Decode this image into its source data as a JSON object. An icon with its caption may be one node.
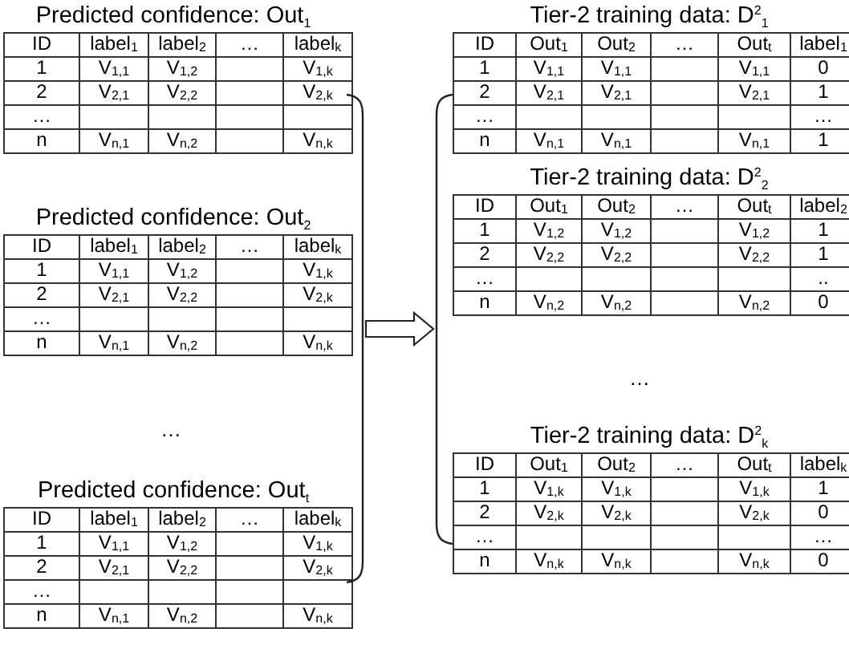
{
  "diagram": {
    "nodes": [
      {
        "text": [
          "Predicted confidence: Out$_{1}$",
          "ID",
          "label$_{1}$",
          "label$_{2}$",
          "…",
          "label$_{k}$",
          "1",
          "V$_{1,1}$",
          "V$_{1,2}$",
          "V$_{1,k}$",
          "2",
          "V$_{2,1}$",
          "V$_{2,2}$",
          "V$_{2,k}$",
          "…",
          "n",
          "V$_{n,1}$",
          "V$_{n,2}$",
          "V$_{n,k}$"
        ]
      },
      {
        "text": [
          "Predicted confidence: Out$_{2}$",
          "ID",
          "label$_{1}$",
          "label$_{2}$",
          "…",
          "label$_{k}$",
          "1",
          "V$_{1,1}$",
          "V$_{1,2}$",
          "V$_{1,k}$",
          "2",
          "V$_{2,1}$",
          "V$_{2,2}$",
          "V$_{2,k}$",
          "…",
          "n",
          "V$_{n,1}$",
          "V$_{n,2}$",
          "V$_{n,k}$"
        ]
      },
      {
        "text": [
          "Predicted confidence: Out$_{t}$",
          "ID",
          "label$_{1}$",
          "label$_{2}$",
          "…",
          "label$_{k}$",
          "1",
          "V$_{1,1}$",
          "V$_{1,2}$",
          "V$_{1,k}$",
          "2",
          "V$_{2,1}$",
          "V$_{2,2}$",
          "V$_{2,k}$",
          "…",
          "n",
          "V$_{n,1}$",
          "V$_{n,2}$",
          "V$_{n,k}$"
        ]
      },
      {
        "text": [
          "Tier-2 training data: D$^{2}$$_{1}$",
          "ID",
          "Out$_{1}$",
          "Out$_{2}$",
          "…",
          "Out$_{t}$",
          "label$_{1}$",
          "1",
          "V$_{1,1}$",
          "V$_{1,1}$",
          "V$_{1,1}$",
          "0",
          "2",
          "V$_{2,1}$",
          "V$_{2,1}$",
          "V$_{2,1}$",
          "1",
          "…",
          "…",
          "n",
          "V$_{n,1}$",
          "V$_{n,1}$",
          "V$_{n,1}$",
          "1"
        ]
      },
      {
        "text": [
          "Tier-2 training data: D$^{2}$$_{2}$",
          "ID",
          "Out$_{1}$",
          "Out$_{2}$",
          "…",
          "Out$_{t}$",
          "label$_{2}$",
          "1",
          "V$_{1,2}$",
          "V$_{1,2}$",
          "V$_{1,2}$",
          "1",
          "2",
          "V$_{2,2}$",
          "V$_{2,2}$",
          "V$_{2,2}$",
          "1",
          "…",
          "..",
          "n",
          "V$_{n,2}$",
          "V$_{n,2}$",
          "V$_{n,2}$",
          "0"
        ]
      },
      {
        "text": [
          "Tier-2 training data: D$^{2}$$_{k}$",
          "ID",
          "Out$_{1}$",
          "Out$_{2}$",
          "…",
          "Out$_{t}$",
          "label$_{k}$",
          "1",
          "V$_{1,k}$",
          "V$_{1,k}$",
          "V$_{1,k}$",
          "1",
          "2",
          "V$_{2,k}$",
          "V$_{2,k}$",
          "V$_{2,k}$",
          "0",
          "…",
          "…",
          "n",
          "V$_{n,k}$",
          "V$_{n,k}$",
          "V$_{n,k}$",
          "0"
        ]
      },
      {
        "text": [],
        "shape": "bracket"
      },
      {
        "text": [],
        "shape": "bracket"
      }
    ],
    "edges": [
      {
        "from": 6,
        "to": 7,
        "arrow": "to",
        "style": "thick"
      }
    ],
    "labels": [
      "…",
      "…"
    ]
  }
}
